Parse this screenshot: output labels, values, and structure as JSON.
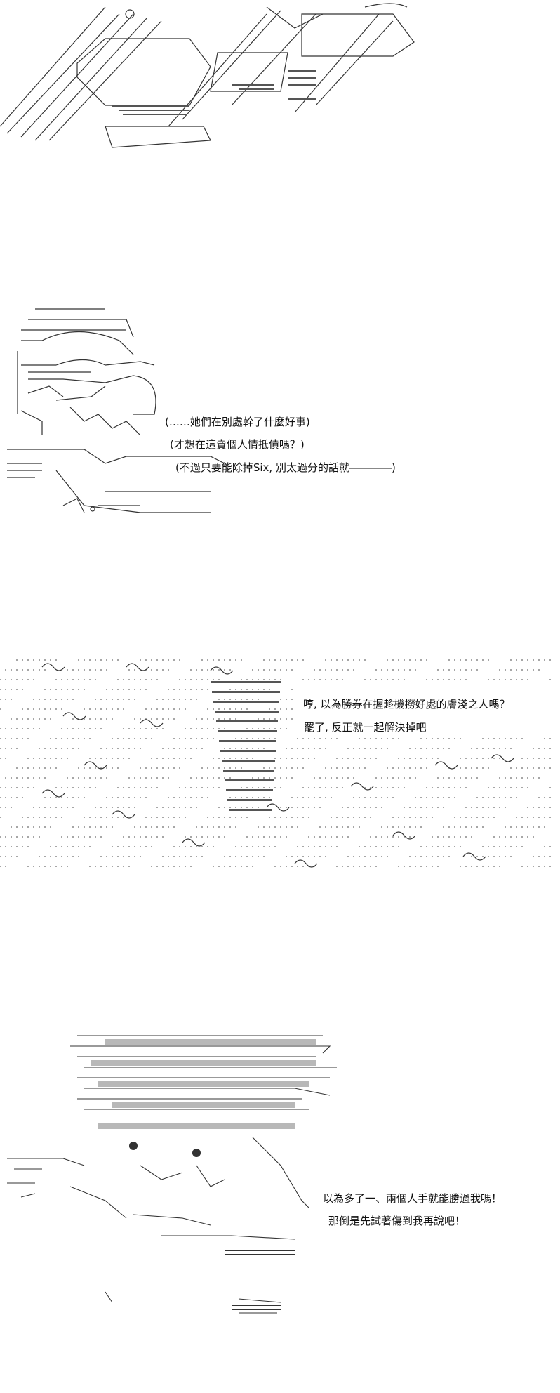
{
  "panels": [
    {
      "id": "panel-1",
      "dialogue": []
    },
    {
      "id": "panel-2",
      "dialogue": [
        "(……她們在別處幹了什麼好事)",
        "(才想在這賣個人情抵債嗎？)",
        "(不過只要能除掉Six, 別太過分的話就――――)"
      ]
    },
    {
      "id": "panel-3",
      "dialogue": [
        "哼, 以為勝券在握趁機撈好處的膚淺之人嗎？",
        "罷了, 反正就一起解決掉吧"
      ]
    },
    {
      "id": "panel-4",
      "dialogue": [
        "以為多了一、兩個人手就能勝過我嗎！",
        "那倒是先試著傷到我再說吧！"
      ]
    }
  ],
  "colors": {
    "ink": "#222222",
    "background": "#ffffff"
  }
}
